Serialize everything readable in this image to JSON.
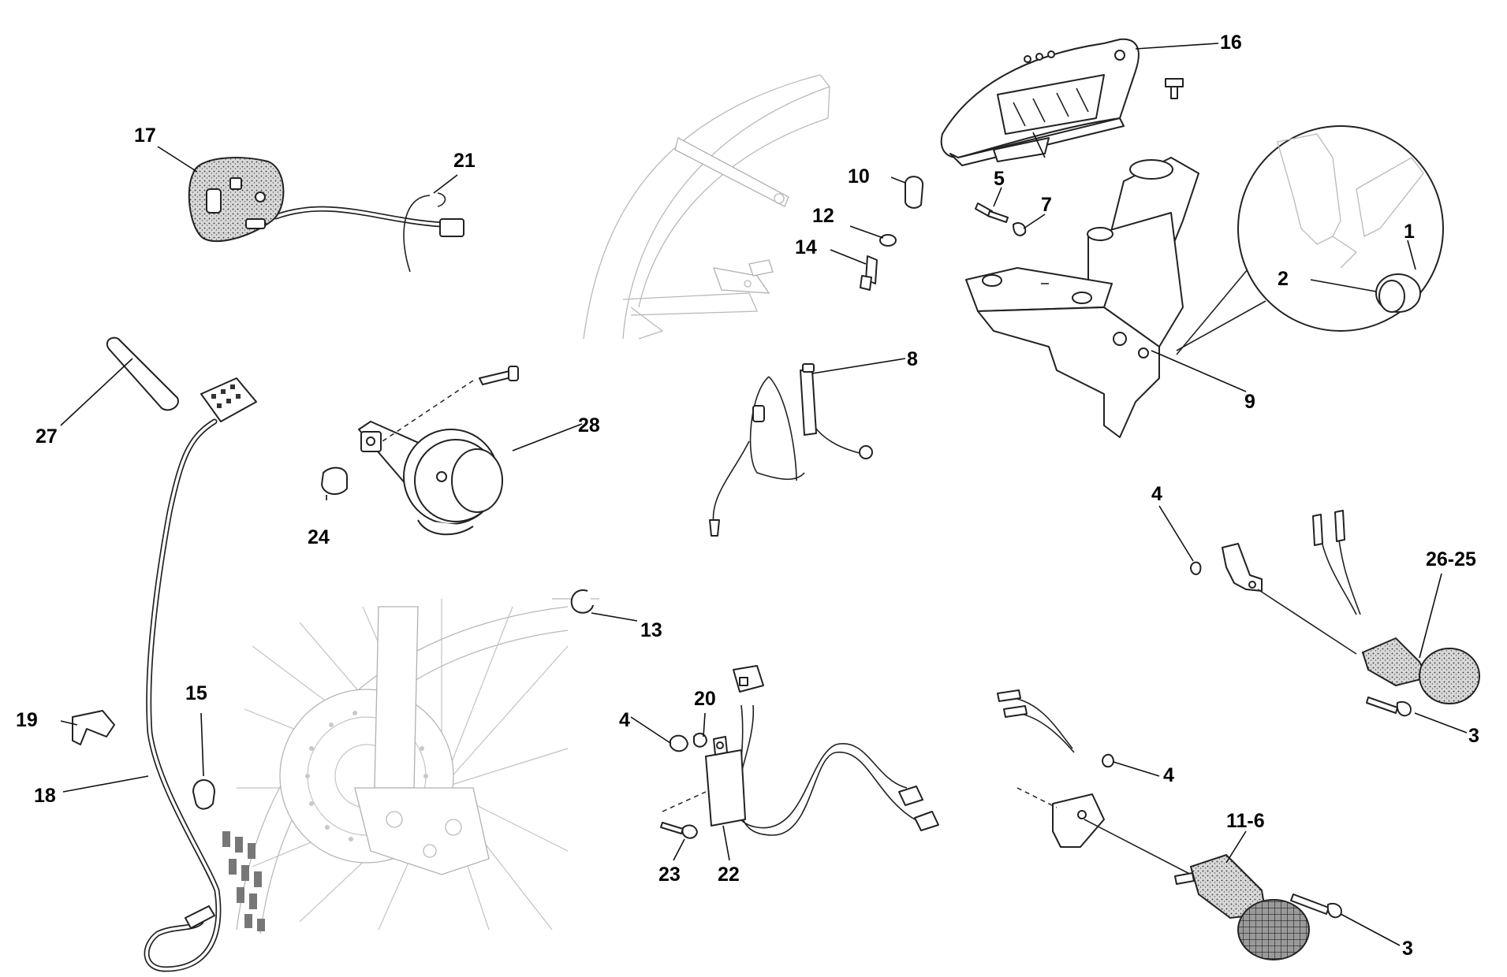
{
  "callouts": {
    "c1": "1",
    "c2": "2",
    "c3a": "3",
    "c3b": "3",
    "c4a": "4",
    "c4b": "4",
    "c4c": "4",
    "c5": "5",
    "c7": "7",
    "c8": "8",
    "c9": "9",
    "c10": "10",
    "c12": "12",
    "c13": "13",
    "c14": "14",
    "c15": "15",
    "c16": "16",
    "c17": "17",
    "c18": "18",
    "c19": "19",
    "c20": "20",
    "c21": "21",
    "c22": "22",
    "c23": "23",
    "c24": "24",
    "c27": "27",
    "c28": "28",
    "c26_25": "26-25",
    "c11_6": "11-6"
  },
  "icons": {
    "handlebar_switch": "handlebar-switch-icon",
    "instrument_cluster": "instrument-cluster-icon",
    "horn": "horn-icon",
    "turn_signal": "turn-signal-icon",
    "regulator": "regulator-icon",
    "speed_sensor": "speed-sensor-icon",
    "headlight_bracket": "headlight-bracket-icon"
  }
}
